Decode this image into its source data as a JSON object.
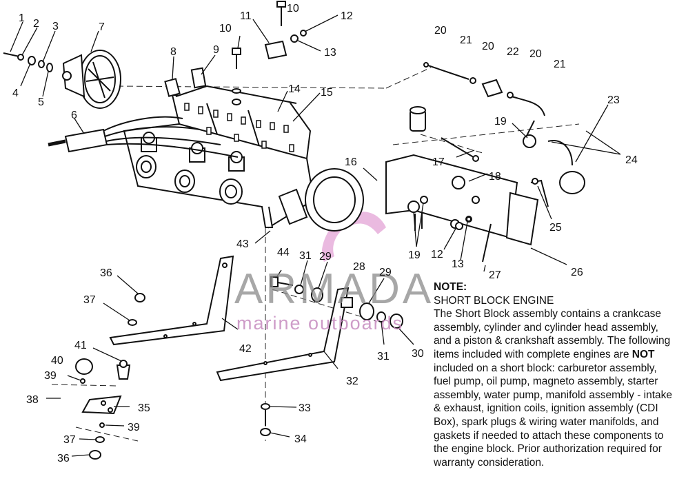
{
  "callouts": [
    "1",
    "2",
    "3",
    "4",
    "5",
    "6",
    "7",
    "8",
    "9",
    "10",
    "10",
    "11",
    "12",
    "13",
    "14",
    "15",
    "16",
    "17",
    "18",
    "19",
    "19",
    "20",
    "20",
    "20",
    "21",
    "21",
    "22",
    "23",
    "24",
    "25",
    "26",
    "27",
    "12",
    "13",
    "28",
    "29",
    "29",
    "30",
    "31",
    "31",
    "32",
    "33",
    "34",
    "35",
    "36",
    "36",
    "37",
    "37",
    "38",
    "39",
    "39",
    "40",
    "41",
    "42",
    "43",
    "44"
  ],
  "watermark": {
    "brand": "ARMADA",
    "tagline": "marine outboards",
    "logo_color": "#e3a8d8"
  },
  "note": {
    "heading": "NOTE:",
    "subheading": "SHORT BLOCK ENGINE",
    "text_before_bold": "The Short Block assembly contains a crankcase assembly, cylinder and cylinder head assembly, and a piston & crankshaft assembly.  The following items included with complete engines are ",
    "bold_word": "NOT",
    "text_after_bold": " included on a short block:  carburetor assembly, fuel pump, oil pump, magneto assembly, starter assembly, water pump, manifold assembly - intake & exhaust, ignition coils, ignition assembly (CDI Box), spark plugs & wiring water manifolds, and gaskets if needed to attach these components to the engine block.  Prior authorization required for warranty consideration."
  }
}
